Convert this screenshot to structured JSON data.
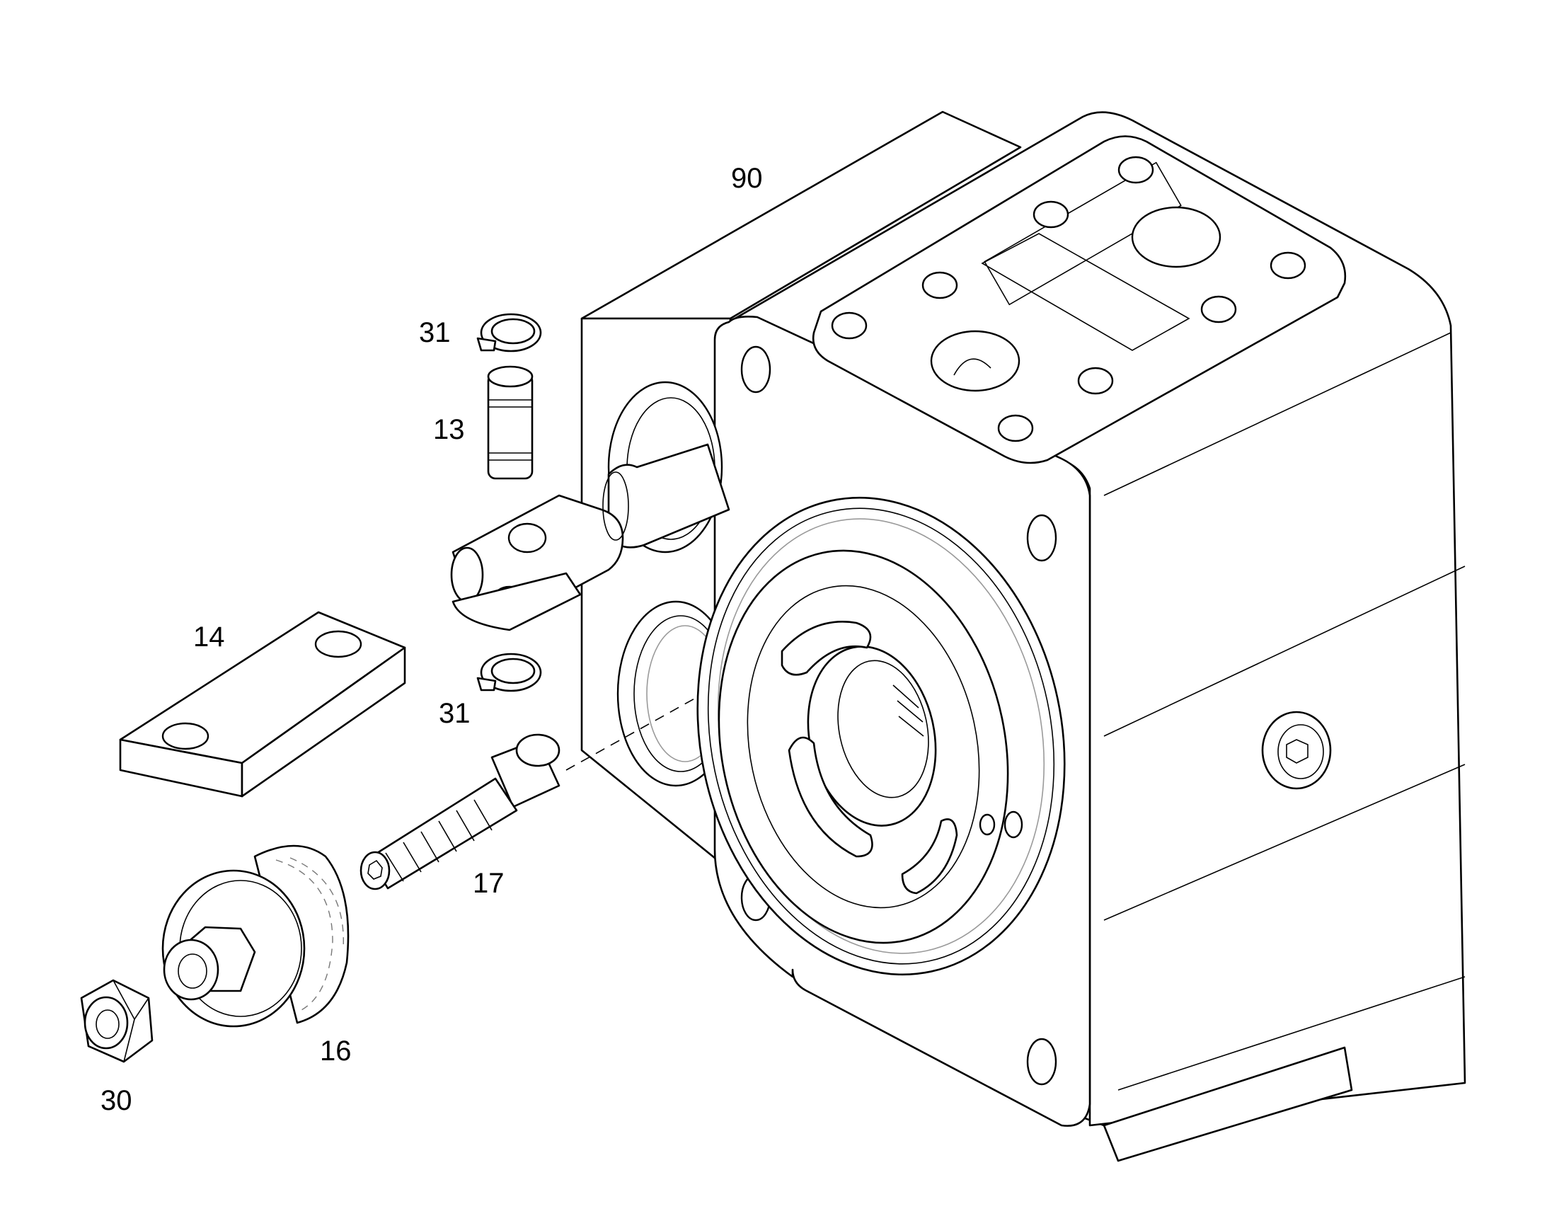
{
  "diagram": {
    "type": "exploded-parts-view",
    "callouts": {
      "housing": "90",
      "retaining_ring_top": "31",
      "pin": "13",
      "link_plate": "14",
      "retaining_ring_bottom": "31",
      "adjusting_screw": "17",
      "plug": "16",
      "nut": "30"
    },
    "colors": {
      "line": "#000000",
      "background": "#ffffff",
      "hidden_line": "#9a9a9a"
    }
  }
}
